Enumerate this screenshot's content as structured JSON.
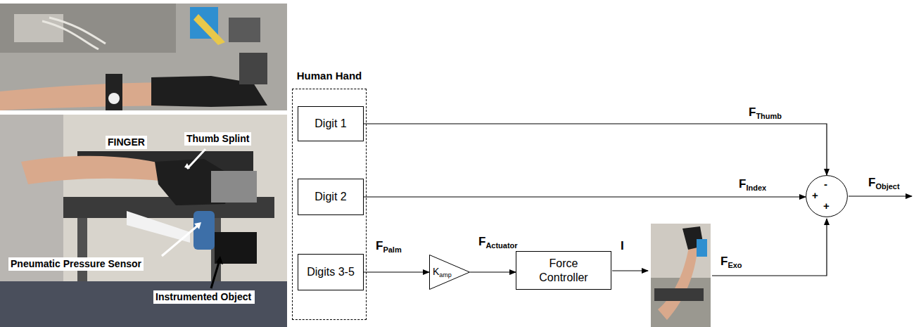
{
  "diagram": {
    "nodes": [
      {
        "text": [
          "Human Hand"
        ]
      },
      {
        "text": [
          "Digit 1"
        ],
        "in": 0
      },
      {
        "text": [
          "Digit 2"
        ],
        "in": 0
      },
      {
        "text": [
          "Digits 3-5"
        ],
        "in": 0
      },
      {
        "text": [
          "Kamp"
        ]
      },
      {
        "text": [
          "Force Controller"
        ]
      },
      {
        "text": [
          "-",
          "+",
          "+"
        ]
      }
    ],
    "edges": [
      {
        "from": 1,
        "to": 6,
        "arrow": "to",
        "label": "FThumb"
      },
      {
        "from": 2,
        "to": 6,
        "arrow": "to",
        "label": "FIndex"
      },
      {
        "from": 3,
        "to": 4,
        "arrow": "to",
        "label": "FPalm"
      },
      {
        "from": 4,
        "to": 5,
        "arrow": "to",
        "label": "FActuator"
      }
    ],
    "labels": [
      "FINGER",
      "Thumb Splint",
      "Pneumatic Pressure Sensor",
      "Instrumented Object",
      "I",
      "FExo",
      "FObject"
    ]
  }
}
